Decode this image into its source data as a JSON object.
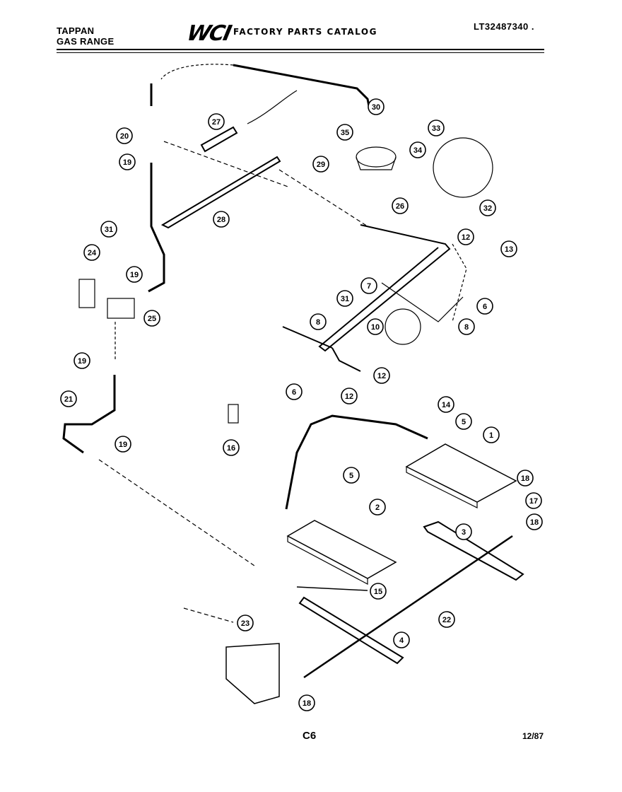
{
  "header": {
    "brand_line1": "TAPPAN",
    "brand_line2": "GAS RANGE",
    "logo_text": "WCI",
    "catalog_title": "FACTORY PARTS CATALOG",
    "model_number": "LT32487340 ."
  },
  "footer": {
    "section_code": "C6",
    "date": "12/87"
  },
  "callouts": [
    {
      "id": "20",
      "label": "20"
    },
    {
      "id": "27",
      "label": "27"
    },
    {
      "id": "30",
      "label": "30"
    },
    {
      "id": "35",
      "label": "35"
    },
    {
      "id": "33",
      "label": "33"
    },
    {
      "id": "19a",
      "label": "19"
    },
    {
      "id": "29",
      "label": "29"
    },
    {
      "id": "34",
      "label": "34"
    },
    {
      "id": "28",
      "label": "28"
    },
    {
      "id": "26",
      "label": "26"
    },
    {
      "id": "32",
      "label": "32"
    },
    {
      "id": "31a",
      "label": "31"
    },
    {
      "id": "12a",
      "label": "12"
    },
    {
      "id": "24",
      "label": "24"
    },
    {
      "id": "13",
      "label": "13"
    },
    {
      "id": "19b",
      "label": "19"
    },
    {
      "id": "7",
      "label": "7"
    },
    {
      "id": "31b",
      "label": "31"
    },
    {
      "id": "6a",
      "label": "6"
    },
    {
      "id": "25",
      "label": "25"
    },
    {
      "id": "8a",
      "label": "8"
    },
    {
      "id": "10",
      "label": "10"
    },
    {
      "id": "8b",
      "label": "8"
    },
    {
      "id": "19c",
      "label": "19"
    },
    {
      "id": "12b",
      "label": "12"
    },
    {
      "id": "6b",
      "label": "6"
    },
    {
      "id": "12c",
      "label": "12"
    },
    {
      "id": "21",
      "label": "21"
    },
    {
      "id": "14",
      "label": "14"
    },
    {
      "id": "5a",
      "label": "5"
    },
    {
      "id": "19d",
      "label": "19"
    },
    {
      "id": "16",
      "label": "16"
    },
    {
      "id": "1",
      "label": "1"
    },
    {
      "id": "5b",
      "label": "5"
    },
    {
      "id": "18a",
      "label": "18"
    },
    {
      "id": "2",
      "label": "2"
    },
    {
      "id": "17",
      "label": "17"
    },
    {
      "id": "3",
      "label": "3"
    },
    {
      "id": "18b",
      "label": "18"
    },
    {
      "id": "15",
      "label": "15"
    },
    {
      "id": "22",
      "label": "22"
    },
    {
      "id": "23",
      "label": "23"
    },
    {
      "id": "4",
      "label": "4"
    },
    {
      "id": "18c",
      "label": "18"
    }
  ]
}
